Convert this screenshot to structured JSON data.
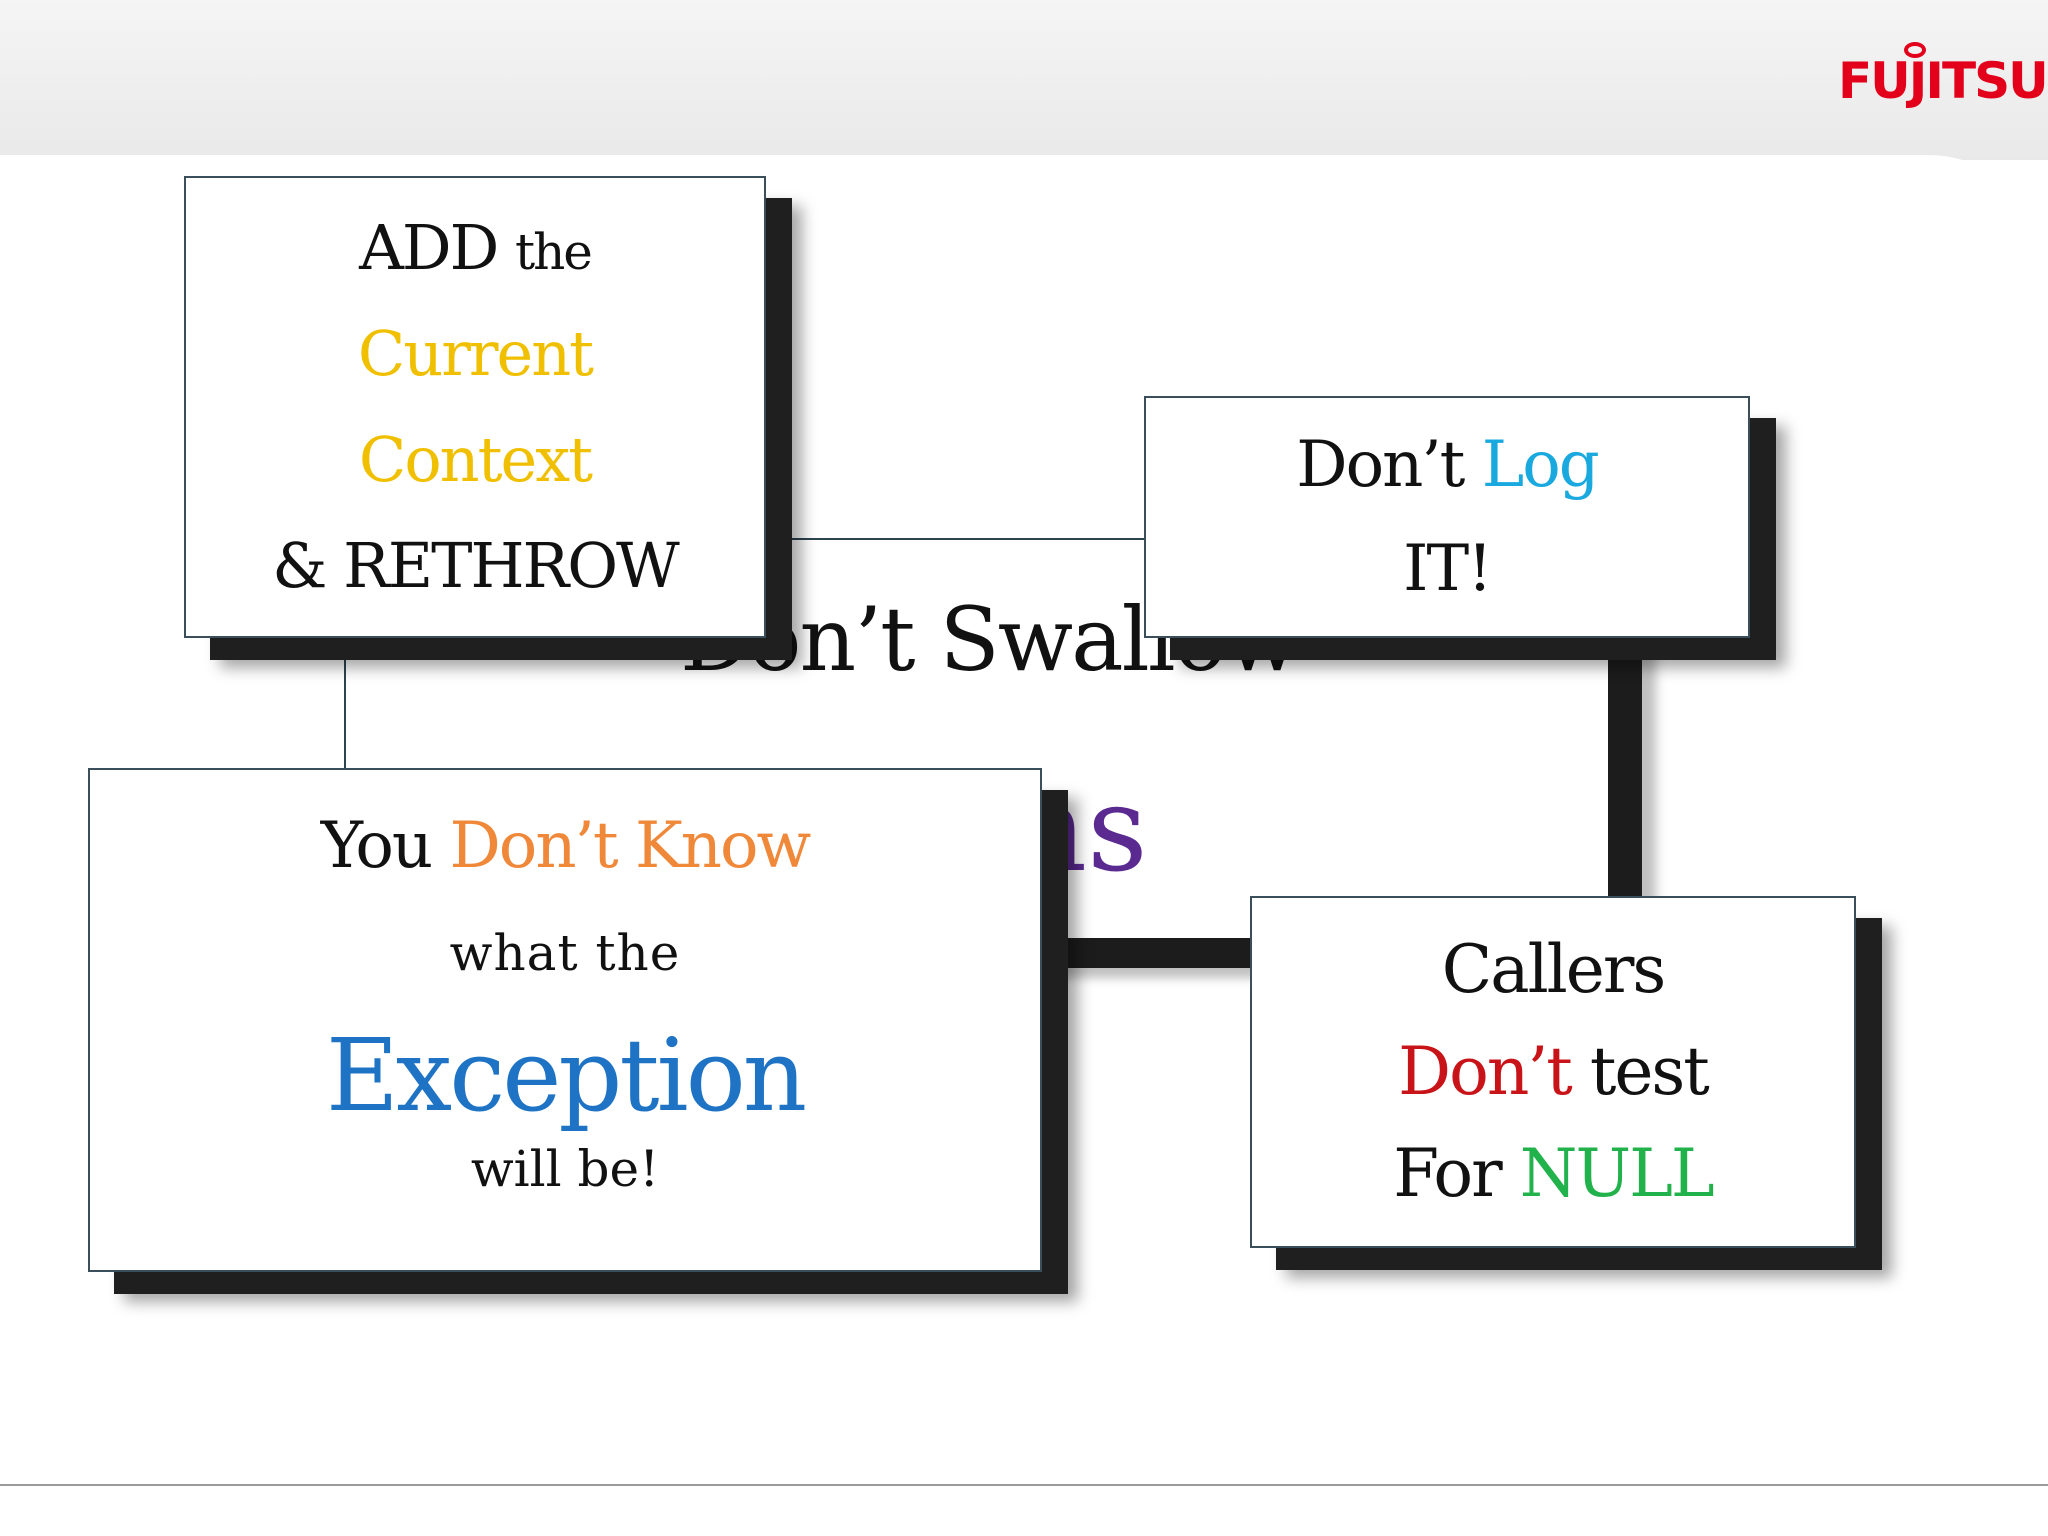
{
  "logo": {
    "text": "FUJITSU",
    "color": "#e2001a"
  },
  "background_title": {
    "line1": "Don’t Swallow",
    "line2": "ions",
    "line2_color": "#5b2a91"
  },
  "boxes": {
    "context": {
      "l1_a": "ADD",
      "l1_b": "the",
      "l2": "Current",
      "l3": "Context",
      "l4": "& RETHROW",
      "accent_color": "#f0c000"
    },
    "log": {
      "l1_a": "Don’t",
      "l1_b": "Log",
      "l2": "IT!",
      "accent_color": "#1aa9de"
    },
    "know": {
      "l1_a": "You",
      "l1_b": "Don’t Know",
      "l2": "what  the",
      "l3": "Exception",
      "l4": "will be!",
      "accent_color": "#f0883a",
      "exception_color": "#1f73c4"
    },
    "null": {
      "l1": "Callers",
      "l2_a": "Don’t",
      "l2_b": "test",
      "l3_a": "For",
      "l3_b": "NULL",
      "red_color": "#c81418",
      "green_color": "#22b24c"
    }
  }
}
